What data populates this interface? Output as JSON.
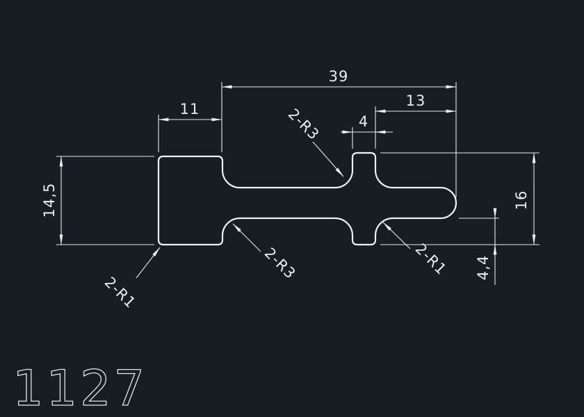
{
  "drawing": {
    "background_color": "#181d23",
    "line_color": "#e9ecef",
    "number": "1127"
  },
  "dimensions": {
    "total_width": "39",
    "right_segment_width": "13",
    "left_block_width": "11",
    "stub_width": "4",
    "left_block_height": "14,5",
    "total_height": "16",
    "bottom_stub_height": "4,4"
  },
  "radius_labels": {
    "top_fillet": "2-R3",
    "bottom_fillet": "2-R3",
    "left_corners": "2-R1",
    "right_fillet": "2-R1"
  }
}
